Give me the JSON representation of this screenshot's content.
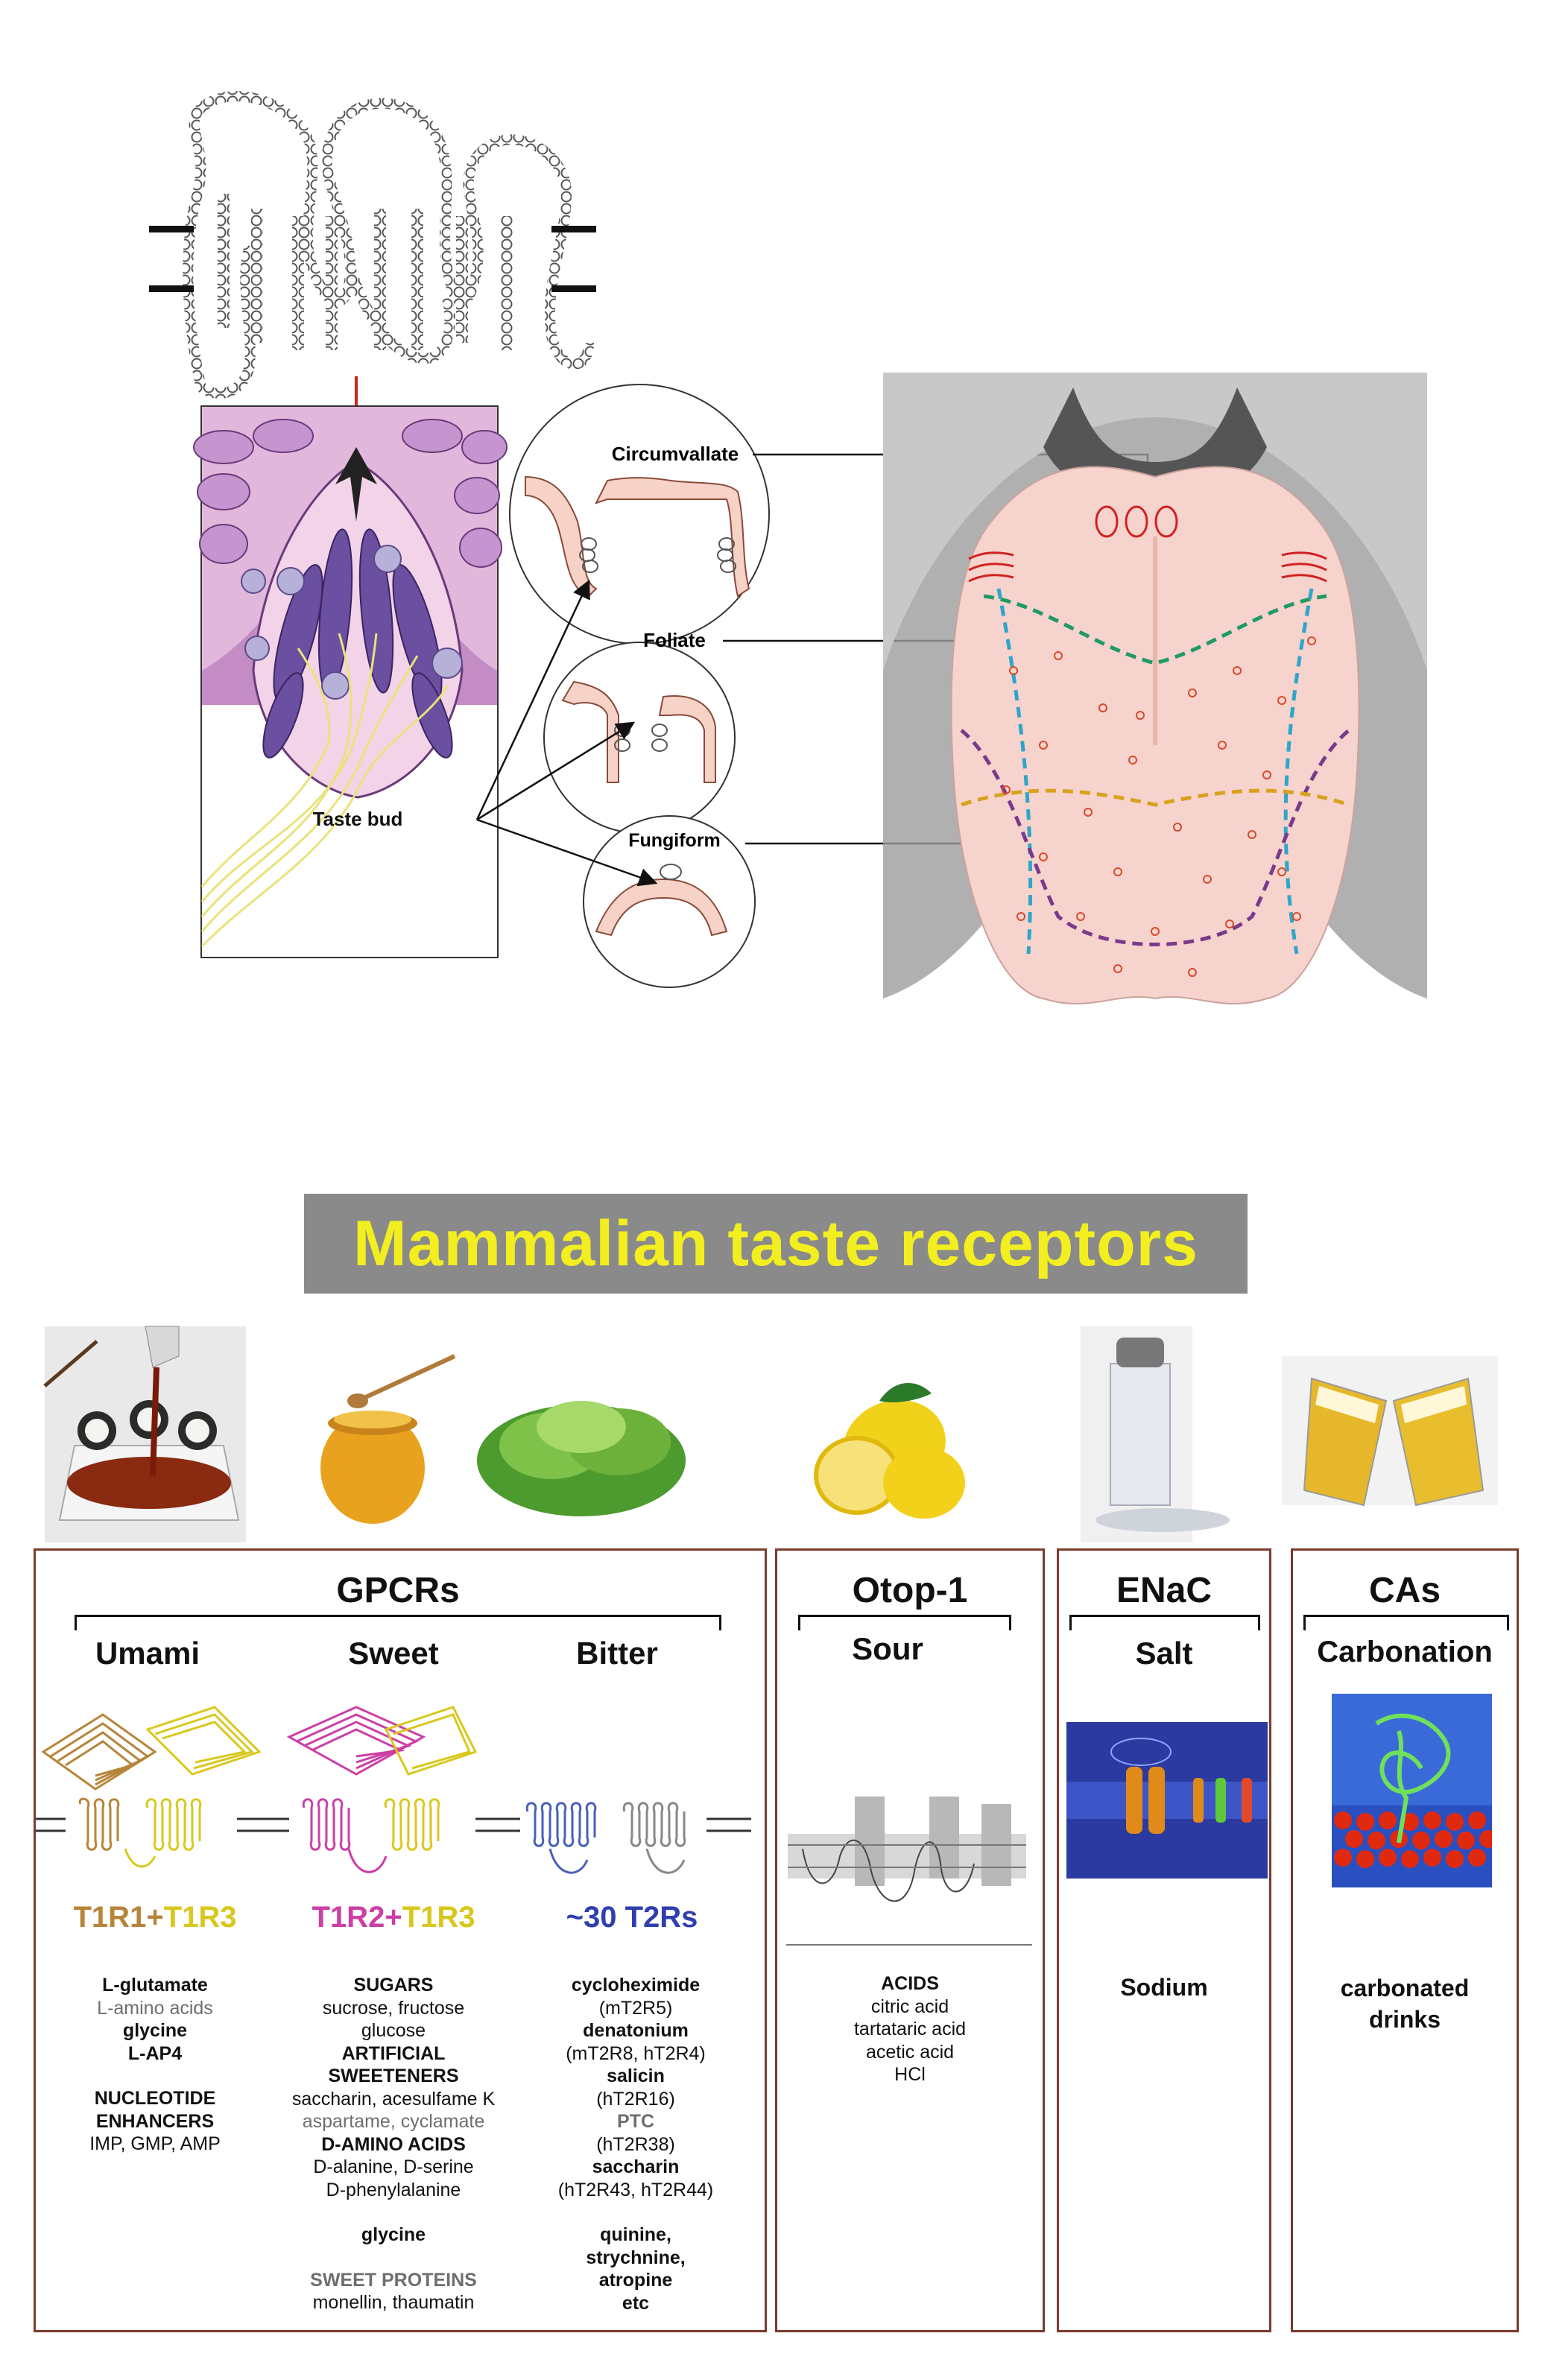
{
  "anatomy": {
    "labels": {
      "circumvallate": "Circumvallate",
      "foliate": "Foliate",
      "fungiform": "Fungiform",
      "taste_bud": "Taste bud"
    }
  },
  "title": "Mammalian taste receptors",
  "panels": {
    "gpcrs": {
      "header": "GPCRs",
      "groups": [
        {
          "name": "Umami",
          "receptor": "T1R1+T1R3",
          "receptor_parts": [
            "T1R1",
            "+",
            "T1R3"
          ],
          "ligands": [
            {
              "text": "L-glutamate",
              "style": "bold"
            },
            {
              "text": "L-amino acids",
              "style": "gray"
            },
            {
              "text": "glycine",
              "style": "bold"
            },
            {
              "text": "L-AP4",
              "style": "bold"
            },
            {
              "text": "",
              "style": "gap"
            },
            {
              "text": "NUCLEOTIDE",
              "style": "bold"
            },
            {
              "text": "ENHANCERS",
              "style": "bold"
            },
            {
              "text": "IMP, GMP, AMP",
              "style": "normal"
            }
          ]
        },
        {
          "name": "Sweet",
          "receptor": "T1R2+T1R3",
          "receptor_parts": [
            "T1R2",
            "+",
            "T1R3"
          ],
          "ligands": [
            {
              "text": "SUGARS",
              "style": "bold"
            },
            {
              "text": "sucrose, fructose",
              "style": "normal"
            },
            {
              "text": "glucose",
              "style": "normal"
            },
            {
              "text": "ARTIFICIAL",
              "style": "bold"
            },
            {
              "text": "SWEETENERS",
              "style": "bold"
            },
            {
              "text": "saccharin, acesulfame K",
              "style": "normal"
            },
            {
              "text": "aspartame, cyclamate",
              "style": "gray"
            },
            {
              "text": "D-AMINO ACIDS",
              "style": "bold"
            },
            {
              "text": "D-alanine, D-serine",
              "style": "normal"
            },
            {
              "text": "D-phenylalanine",
              "style": "normal"
            },
            {
              "text": "",
              "style": "gap"
            },
            {
              "text": "glycine",
              "style": "bold"
            },
            {
              "text": "",
              "style": "gap"
            },
            {
              "text": "SWEET PROTEINS",
              "style": "boldgray"
            },
            {
              "text": "monellin, thaumatin",
              "style": "normal"
            }
          ]
        },
        {
          "name": "Bitter",
          "receptor": "~30 T2Rs",
          "ligands": [
            {
              "text": "cycloheximide",
              "style": "bold"
            },
            {
              "text": "(mT2R5)",
              "style": "normal"
            },
            {
              "text": "denatonium",
              "style": "bold"
            },
            {
              "text": "(mT2R8, hT2R4)",
              "style": "normal"
            },
            {
              "text": "salicin",
              "style": "bold"
            },
            {
              "text": "(hT2R16)",
              "style": "normal"
            },
            {
              "text": "PTC",
              "style": "boldgray"
            },
            {
              "text": "(hT2R38)",
              "style": "normal"
            },
            {
              "text": "saccharin",
              "style": "bold"
            },
            {
              "text": "(hT2R43, hT2R44)",
              "style": "normal"
            },
            {
              "text": "",
              "style": "gap"
            },
            {
              "text": "quinine,",
              "style": "bold"
            },
            {
              "text": "strychnine,",
              "style": "bold"
            },
            {
              "text": "atropine",
              "style": "bold"
            },
            {
              "text": "etc",
              "style": "bold"
            }
          ]
        }
      ]
    },
    "otop": {
      "header": "Otop-1",
      "taste": "Sour",
      "ligands": [
        {
          "text": "ACIDS",
          "style": "bold"
        },
        {
          "text": "citric acid",
          "style": "normal"
        },
        {
          "text": "tartataric acid",
          "style": "normal"
        },
        {
          "text": "acetic acid",
          "style": "normal"
        },
        {
          "text": "HCl",
          "style": "normal"
        }
      ]
    },
    "enac": {
      "header": "ENaC",
      "taste": "Salt",
      "ligand": "Sodium"
    },
    "cas": {
      "header": "CAs",
      "taste": "Carbonation",
      "ligand_lines": [
        "carbonated",
        "drinks"
      ]
    }
  },
  "colors": {
    "title_bg": "#8a8a8a",
    "title_text": "#f2ee1f",
    "panel_border": "#7a3b2e",
    "umami_receptor": "#b6853a",
    "t1r3": "#d8c81e",
    "sweet_receptor": "#cc3fa6",
    "bitter_receptor": "#2f3fb0"
  }
}
